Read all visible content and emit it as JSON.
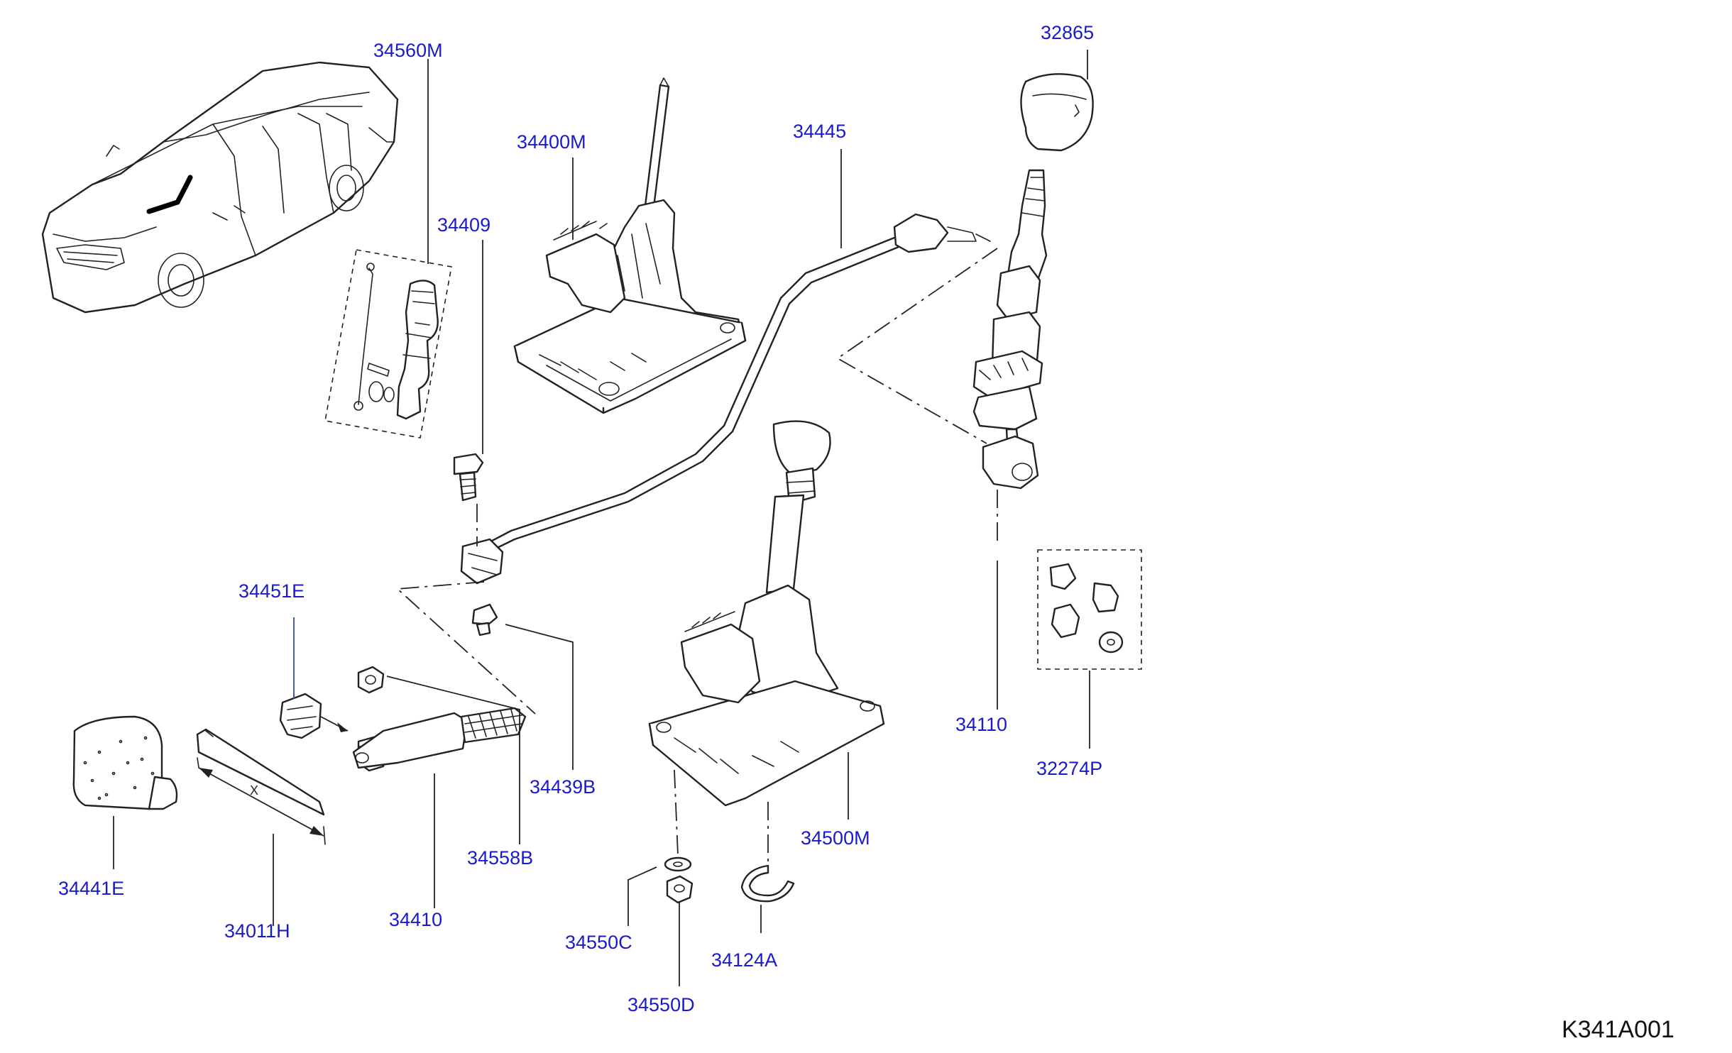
{
  "diagram": {
    "labels": [
      {
        "id": "34560m",
        "text": "34560M"
      },
      {
        "id": "34400m",
        "text": "34400M"
      },
      {
        "id": "34445",
        "text": "34445"
      },
      {
        "id": "32865",
        "text": "32865"
      },
      {
        "id": "34409",
        "text": "34409"
      },
      {
        "id": "34451e",
        "text": "34451E"
      },
      {
        "id": "34441e",
        "text": "34441E"
      },
      {
        "id": "34011h",
        "text": "34011H"
      },
      {
        "id": "34410",
        "text": "34410"
      },
      {
        "id": "34558b",
        "text": "34558B"
      },
      {
        "id": "34439b",
        "text": "34439B"
      },
      {
        "id": "34500m",
        "text": "34500M"
      },
      {
        "id": "34550c",
        "text": "34550C"
      },
      {
        "id": "34550d",
        "text": "34550D"
      },
      {
        "id": "34124a",
        "text": "34124A"
      },
      {
        "id": "34110",
        "text": "34110"
      },
      {
        "id": "32274p",
        "text": "32274P"
      }
    ],
    "dimension_mark": "X",
    "drawing_code": "K341A001",
    "colors": {
      "label": "#1a1acc",
      "linework": "#222222",
      "background": "#ffffff"
    }
  }
}
